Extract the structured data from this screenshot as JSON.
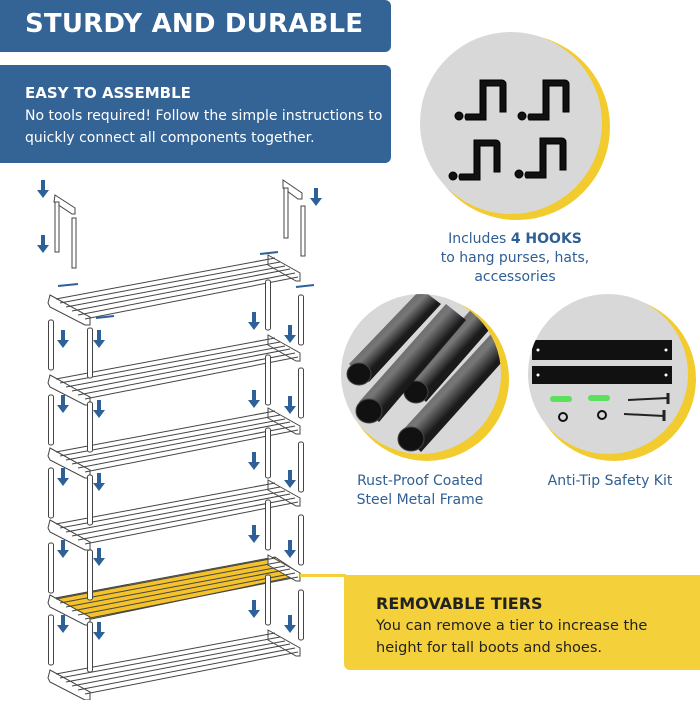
{
  "header": {
    "title": "STURDY AND DURABLE"
  },
  "assemble": {
    "heading": "EASY TO ASSEMBLE",
    "body": "No tools required!  Follow the simple instructions to quickly connect all components together."
  },
  "features": [
    {
      "id": "hooks",
      "icon": "hooks-icon",
      "caption_prefix": "Includes ",
      "caption_bold": "4 HOOKS",
      "caption_line2": "to hang purses, hats, accessories"
    },
    {
      "id": "frame",
      "icon": "steel-tubes-icon",
      "caption_line1": "Rust-Proof Coated",
      "caption_line2": "Steel Metal Frame"
    },
    {
      "id": "safety",
      "icon": "safety-kit-icon",
      "caption_line1": "Anti-Tip Safety Kit"
    }
  ],
  "tiers": {
    "heading": "REMOVABLE TIERS",
    "body": "You can remove a tier to increase the height for tall boots and shoes."
  },
  "diagram": {
    "shelf_count": 6,
    "highlighted_shelf_index": 4
  },
  "colors": {
    "brand_blue": "#346396",
    "caption_blue": "#2f5f93",
    "accent_yellow": "#f4d03a",
    "rim_yellow": "#f2cb2e",
    "circle_gray": "#d8d8d8",
    "arrow_blue": "#2e6198",
    "text_dark": "#222222"
  }
}
